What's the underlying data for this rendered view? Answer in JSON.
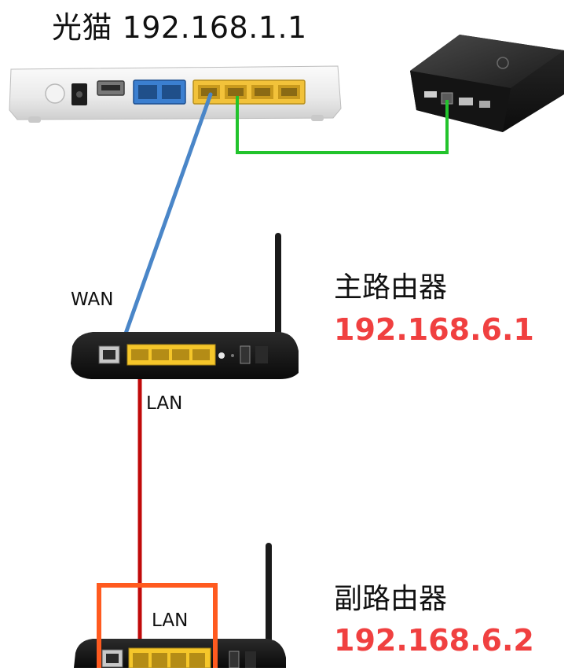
{
  "modem": {
    "title": "光猫 192.168.1.1"
  },
  "main_router": {
    "name": "主路由器",
    "ip": "192.168.6.1"
  },
  "sub_router": {
    "name": "副路由器",
    "ip": "192.168.6.2"
  },
  "ports": {
    "wan": "WAN",
    "lan_main": "LAN",
    "lan_sub": "LAN"
  },
  "colors": {
    "ip_text": "#f04040",
    "wan_cable": "#4a86c8",
    "stb_cable": "#22c32c",
    "lan_cable": "#c00a0a",
    "highlight_box": "#ff5a1f",
    "lan_port": "#f5c62a"
  },
  "icons": {
    "modem": "optical-modem-icon",
    "set_top_box": "set-top-box-icon",
    "main_router": "router-icon",
    "sub_router": "router-icon"
  }
}
